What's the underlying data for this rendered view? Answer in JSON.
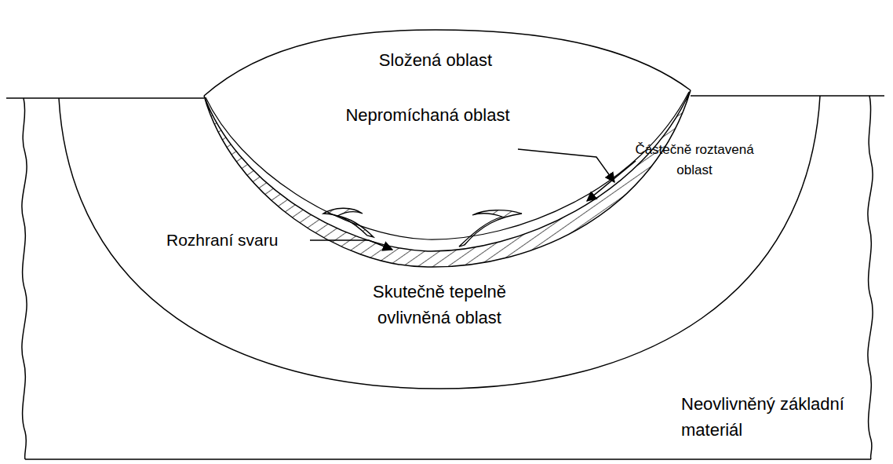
{
  "diagram": {
    "labels": [
      "Složená oblast",
      "Nepromíchaná oblast",
      "Částečně roztavená oblast",
      "Rozhraní svaru",
      "Skutečně tepelně ovlivněná oblast",
      "Neovlivněný základní materiál"
    ]
  }
}
